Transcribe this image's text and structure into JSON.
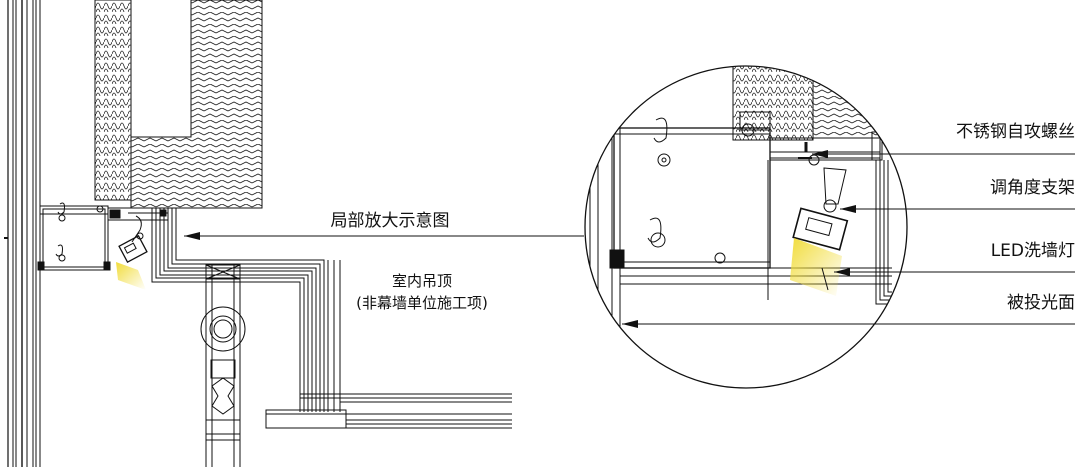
{
  "labels": {
    "detail_callout": "局部放大示意图",
    "ceiling_line1": "室内吊顶",
    "ceiling_line2": "(非幕墙单位施工项)",
    "screw": "不锈钢自攻螺丝",
    "bracket": "调角度支架",
    "led": "LED洗墙灯",
    "lit_surface": "被投光面"
  },
  "colors": {
    "line": "#111111",
    "led_beam": "#f1dc3b",
    "background": "#ffffff"
  }
}
